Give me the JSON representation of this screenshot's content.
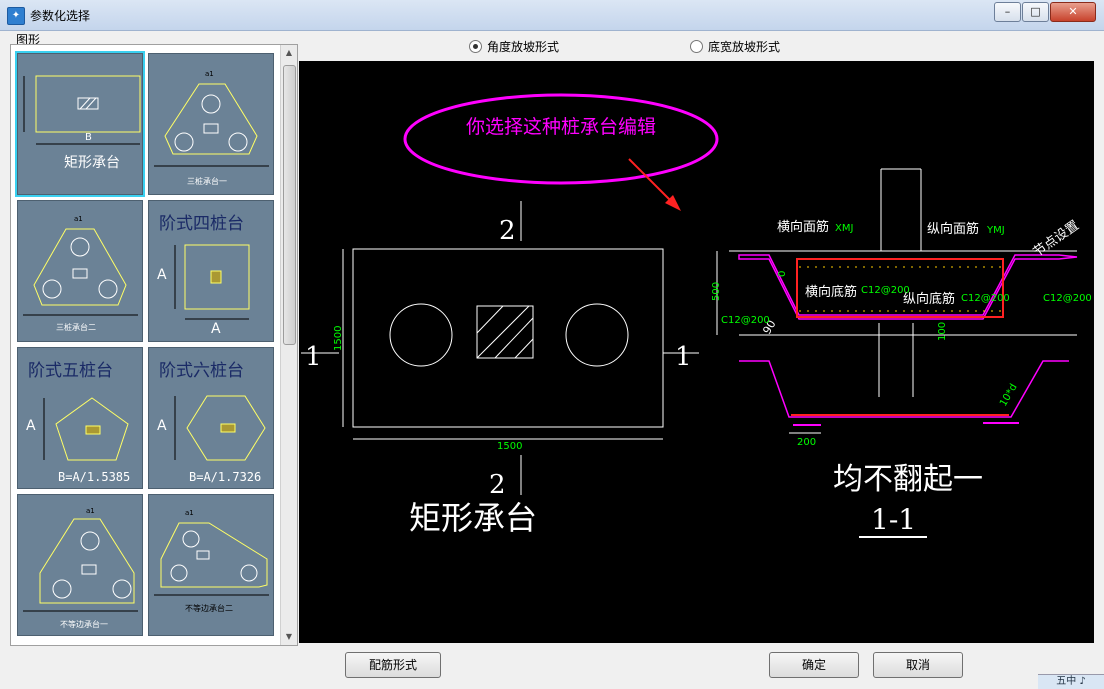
{
  "window": {
    "title": "参数化选择",
    "buttons": [
      "–",
      "□",
      "✕"
    ]
  },
  "shapes_panel": {
    "label": "图形",
    "thumbnails": [
      {
        "caption": "矩形承台",
        "bottom_label": "B",
        "selected": true
      },
      {
        "caption": "三桩承台一",
        "top_label": "a1"
      },
      {
        "caption": "三桩承台二",
        "top_label": "a1"
      },
      {
        "caption": "阶式四桩台",
        "side_label": "A",
        "bottom_label": "A"
      },
      {
        "caption": "阶式五桩台",
        "side_label": "A",
        "bottom_label": "B=A/1.5385"
      },
      {
        "caption": "阶式六桩台",
        "side_label": "A",
        "bottom_label": "B=A/1.7326"
      },
      {
        "caption": "不等边承台一",
        "top_label": "a1"
      },
      {
        "caption": "不等边承台二",
        "top_label": "a1"
      }
    ]
  },
  "options": {
    "angle_slope": "角度放坡形式",
    "bottom_width_slope": "底宽放坡形式",
    "selected": "angle_slope"
  },
  "drawing": {
    "callout": "你选择这种桩承台编辑",
    "plan": {
      "section_top": "2",
      "section_bottom": "2",
      "section_left": "1",
      "section_right": "1",
      "dim_width": "1500",
      "dim_height": "1500",
      "title": "矩形承台"
    },
    "section": {
      "transverse_top_bar": "横向面筋",
      "transverse_top_code": "XMJ",
      "longitudinal_top_bar": "纵向面筋",
      "longitudinal_top_code": "YMJ",
      "transverse_bottom_bar": "横向底筋",
      "transverse_bottom_spec": "C12@200",
      "longitudinal_bottom_bar": "纵向底筋",
      "longitudinal_bottom_spec": "C12@200",
      "left_spec": "C12@200",
      "right_spec": "C12@200",
      "side_note": "节点设置",
      "dim_500": "500",
      "dim_0": "0",
      "dim_100": "100",
      "angle": "90",
      "dim_200": "200",
      "dim_10d": "10*d",
      "note": "均不翻起一",
      "section_label": "1-1"
    }
  },
  "footer": {
    "rebar_style": "配筋形式",
    "ok": "确定",
    "cancel": "取消"
  },
  "tray": {
    "text": "五中 ♪"
  },
  "colors": {
    "canvas": "#000000",
    "thumb_bg": "#6b8296",
    "accent": "#ff00ff",
    "rebar": "#ff0000",
    "dim_green": "#00ff00"
  }
}
